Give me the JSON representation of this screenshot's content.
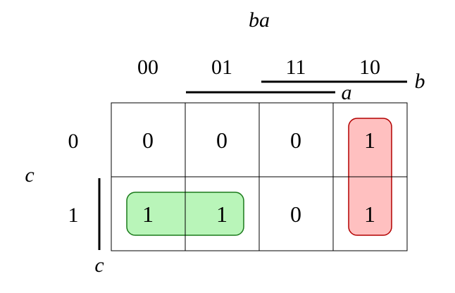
{
  "kmap": {
    "column_variable_label": "ba",
    "row_variable_label": "c",
    "column_headers": [
      "00",
      "01",
      "11",
      "10"
    ],
    "row_headers": [
      "0",
      "1"
    ],
    "cells": [
      [
        "0",
        "0",
        "0",
        "1"
      ],
      [
        "1",
        "1",
        "0",
        "1"
      ]
    ],
    "bar_labels": {
      "a": "a",
      "b": "b",
      "c": "c"
    },
    "groups": [
      {
        "cells": [
          [
            0,
            3
          ],
          [
            1,
            3
          ]
        ],
        "fill": "#ffc0c0",
        "stroke": "#b30000"
      },
      {
        "cells": [
          [
            1,
            0
          ],
          [
            1,
            1
          ]
        ],
        "fill": "#b9f5b9",
        "stroke": "#1a7a1a"
      }
    ]
  }
}
